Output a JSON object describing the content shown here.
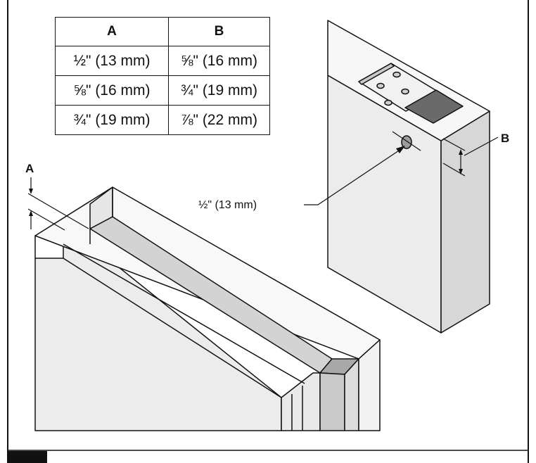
{
  "table": {
    "headers": [
      "A",
      "B"
    ],
    "rows": [
      [
        "½\" (13 mm)",
        "⅝\" (16 mm)"
      ],
      [
        "⅝\" (16 mm)",
        "¾\" (19 mm)"
      ],
      [
        "¾\" (19 mm)",
        "⅞\" (22 mm)"
      ]
    ]
  },
  "labels": {
    "a": "A",
    "b": "B",
    "hole": "½\" (13 mm)"
  },
  "colors": {
    "line": "#111111",
    "face_light": "#eeeeee",
    "face_mid": "#d6d6d6",
    "face_dark": "#a8a8a8",
    "mortise": "#6a6a6a"
  }
}
